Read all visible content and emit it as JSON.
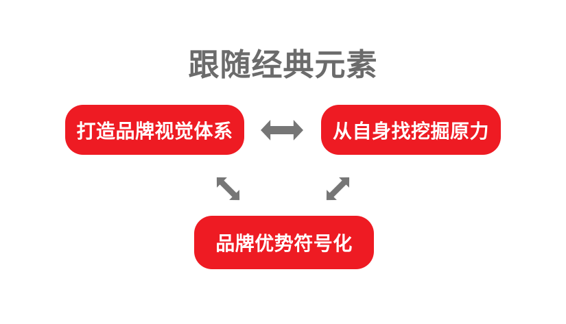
{
  "slide": {
    "title": "跟随经典元素",
    "colors": {
      "background": "#ffffff",
      "box_red": "#ee1b23",
      "box_text": "#ffffff",
      "title_gray": "#6b6b6b",
      "arrow_gray": "#767676"
    },
    "nodes": [
      {
        "id": "build-brand-visual-system",
        "label": "打造品牌视觉体系"
      },
      {
        "id": "mine-original-force-from-self",
        "label": "从自身找挖掘原力"
      },
      {
        "id": "symbolize-brand-advantage",
        "label": "品牌优势符号化"
      }
    ],
    "connectors": [
      {
        "id": "left-right",
        "type": "double-headed-arrow",
        "orientation": "horizontal",
        "connects": [
          "build-brand-visual-system",
          "mine-original-force-from-self"
        ]
      },
      {
        "id": "left-bottom",
        "type": "double-headed-arrow",
        "orientation": "diagonal-nw-se",
        "connects": [
          "build-brand-visual-system",
          "symbolize-brand-advantage"
        ]
      },
      {
        "id": "right-bottom",
        "type": "double-headed-arrow",
        "orientation": "diagonal-ne-sw",
        "connects": [
          "mine-original-force-from-self",
          "symbolize-brand-advantage"
        ]
      }
    ]
  }
}
